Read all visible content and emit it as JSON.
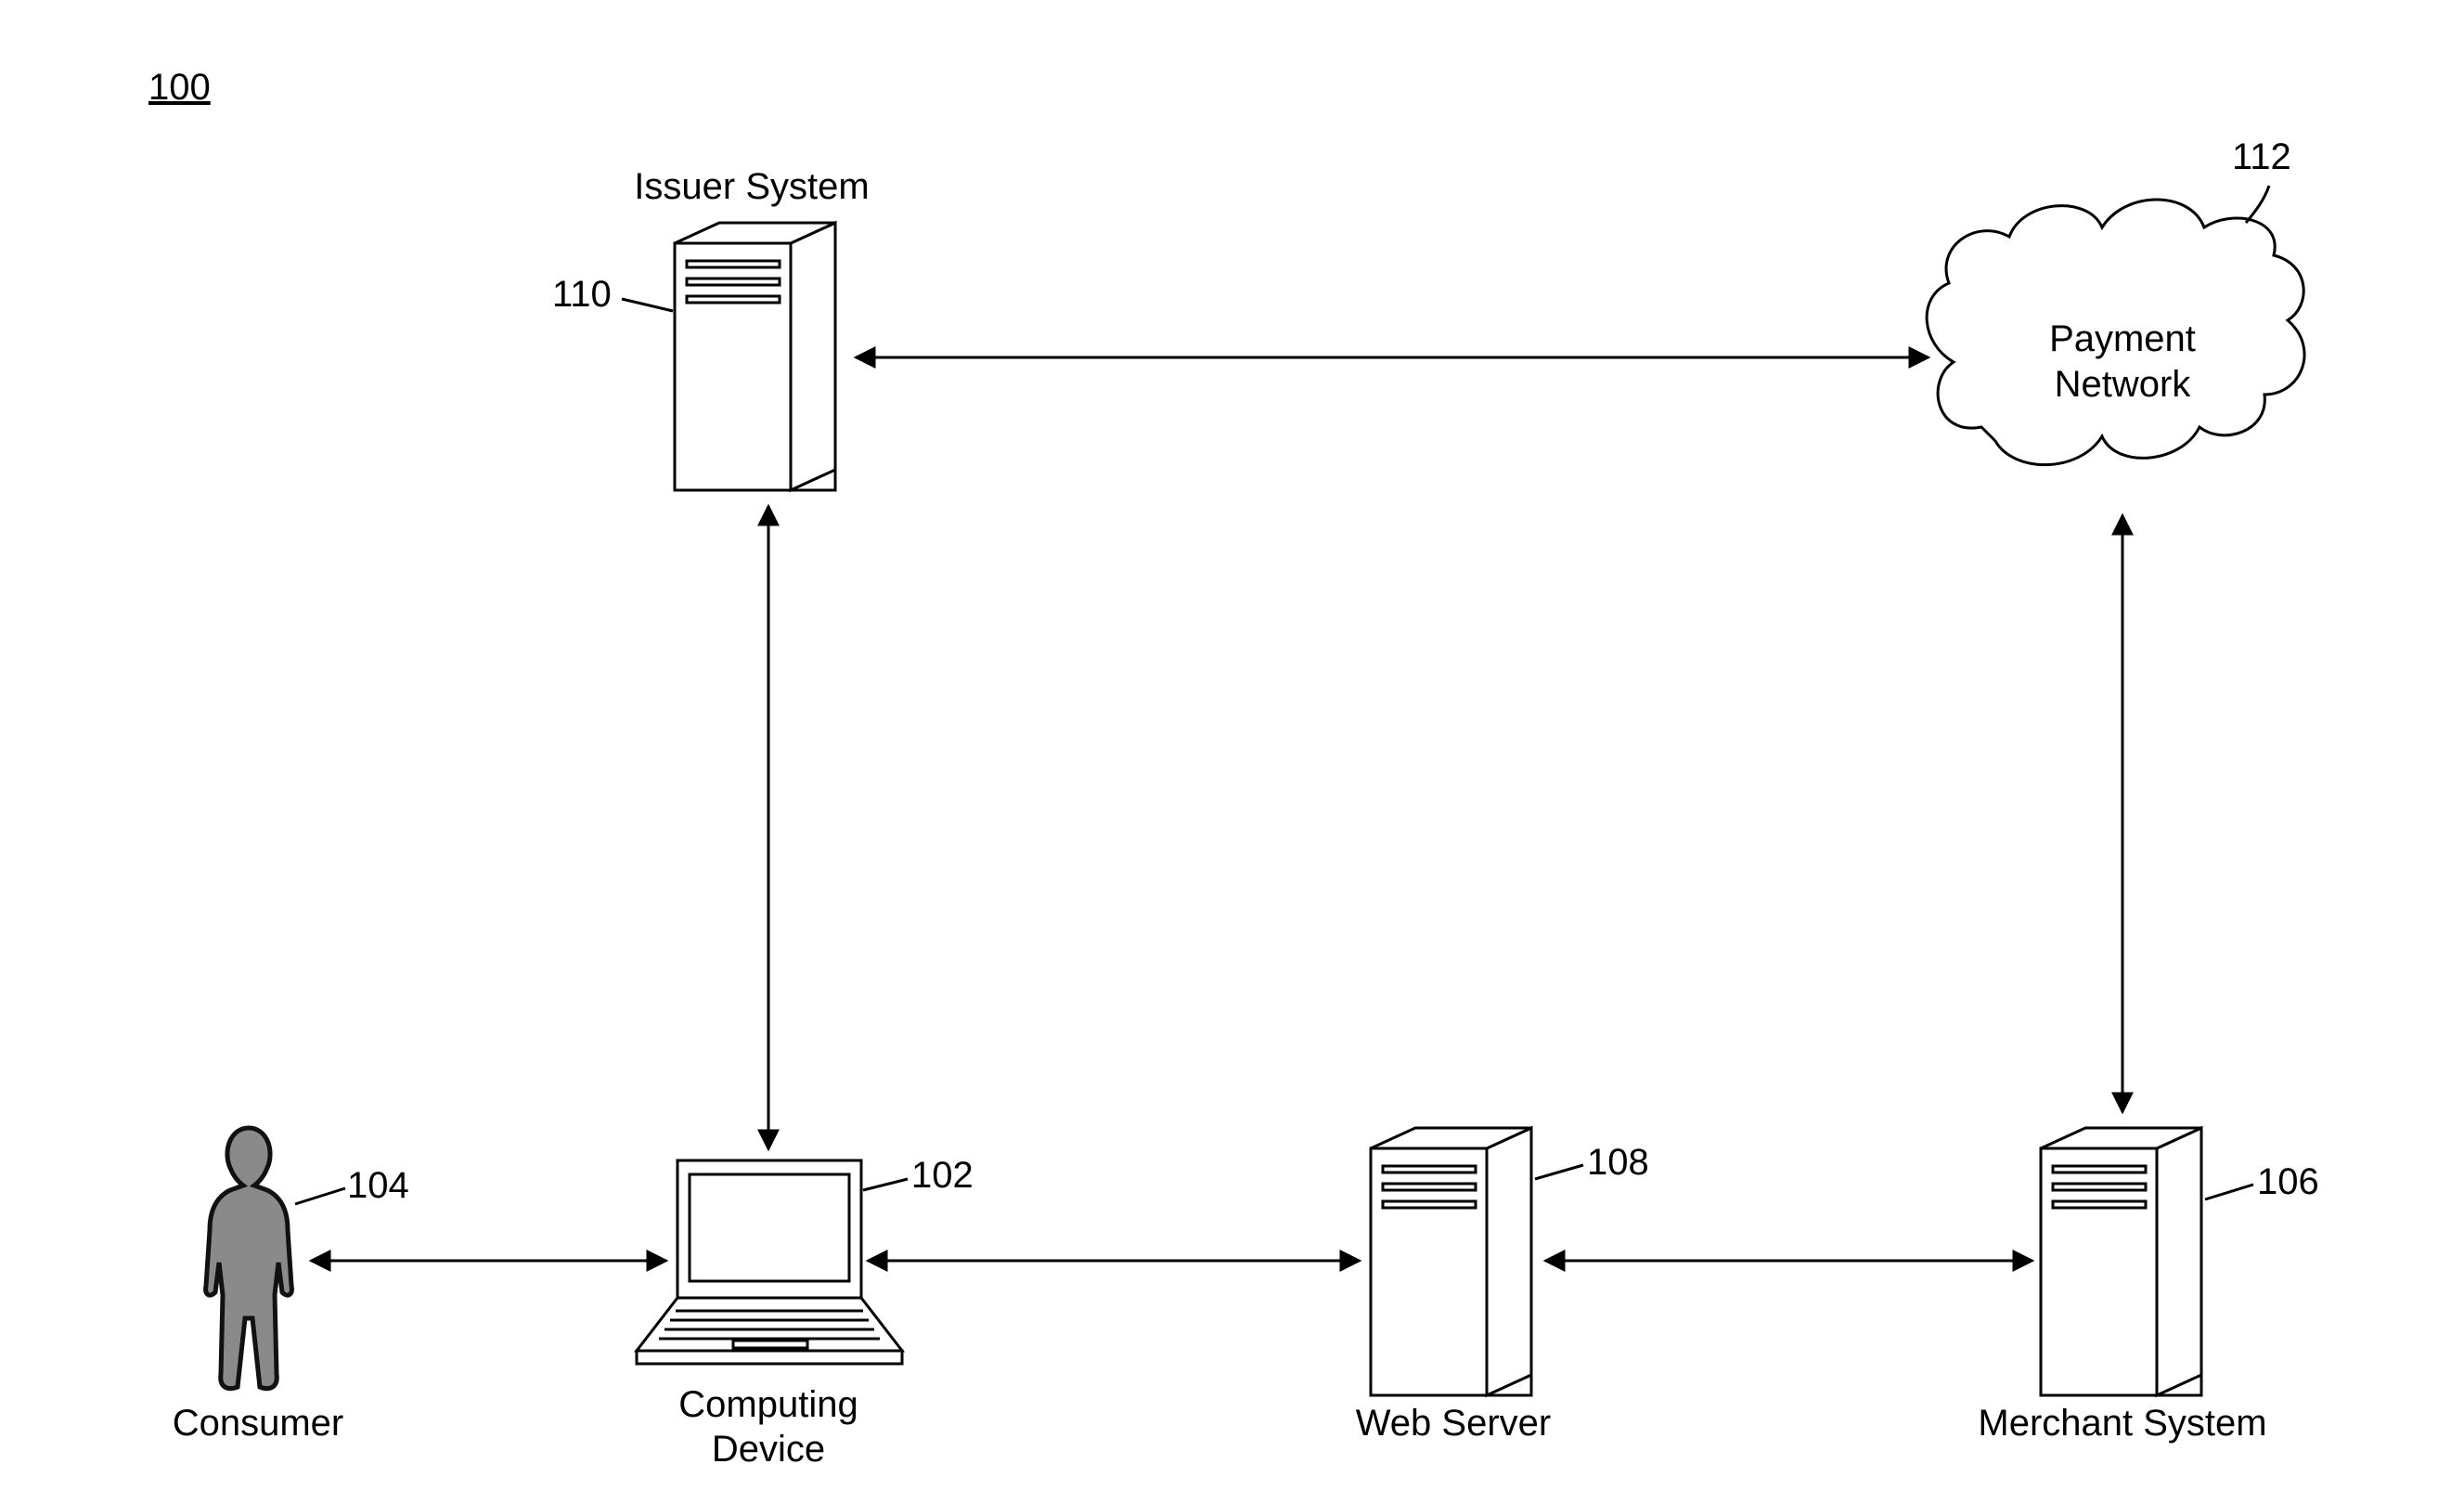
{
  "figure": {
    "number": "100"
  },
  "nodes": {
    "issuer": {
      "name": "Issuer System",
      "ref": "110"
    },
    "network": {
      "name_line1": "Payment",
      "name_line2": "Network",
      "ref": "112"
    },
    "consumer": {
      "name": "Consumer",
      "ref": "104"
    },
    "computing": {
      "name_line1": "Computing",
      "name_line2": "Device",
      "ref": "102"
    },
    "webserver": {
      "name": "Web Server",
      "ref": "108"
    },
    "merchant": {
      "name": "Merchant System",
      "ref": "106"
    }
  },
  "connections": [
    {
      "from": "Issuer System",
      "to": "Payment Network"
    },
    {
      "from": "Issuer System",
      "to": "Computing Device"
    },
    {
      "from": "Payment Network",
      "to": "Merchant System"
    },
    {
      "from": "Consumer",
      "to": "Computing Device"
    },
    {
      "from": "Computing Device",
      "to": "Web Server"
    },
    {
      "from": "Web Server",
      "to": "Merchant System"
    }
  ]
}
